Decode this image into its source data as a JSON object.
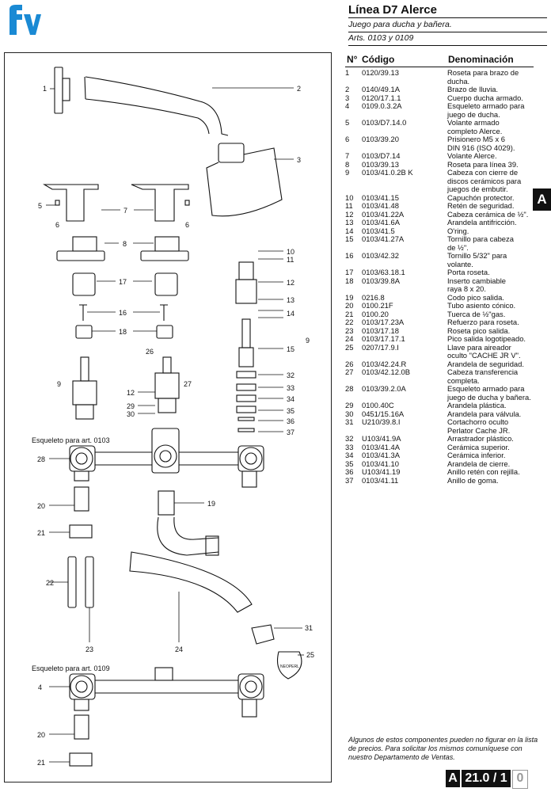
{
  "header": {
    "title": "Línea D7 Alerce",
    "subtitle": "Juego para ducha y bañera.",
    "articles": "Arts. 0103 y 0109"
  },
  "logo": {
    "text": "fv",
    "color": "#1a8ad4"
  },
  "table": {
    "headers": [
      "N° ",
      "Código",
      "Denominación"
    ],
    "rows": [
      {
        "n": "1",
        "code": "0120/39.13",
        "desc": "Roseta para brazo de\nducha."
      },
      {
        "n": "2",
        "code": "0140/49.1A",
        "desc": "Brazo de lluvia."
      },
      {
        "n": "3",
        "code": "0120/17.1.1",
        "desc": "Cuerpo ducha armado."
      },
      {
        "n": "4",
        "code": "0109.0.3.2A",
        "desc": "Esqueleto armado para\njuego de ducha."
      },
      {
        "n": "5",
        "code": "0103/D7.14.0",
        "desc": "Volante armado\ncompleto Alerce."
      },
      {
        "n": "6",
        "code": "0103/39.20",
        "desc": "Prisionero M5 x 6\nDIN 916 (ISO 4029)."
      },
      {
        "n": "7",
        "code": "0103/D7.14",
        "desc": "Volante Alerce."
      },
      {
        "n": "8",
        "code": "0103/39.13",
        "desc": "Roseta para línea 39."
      },
      {
        "n": "9",
        "code": "0103/41.0.2B K",
        "desc": "Cabeza con cierre de\ndiscos cerámicos para\njuegos de embutir."
      },
      {
        "n": "10",
        "code": "0103/41.15",
        "desc": "Capuchón protector."
      },
      {
        "n": "11",
        "code": "0103/41.48",
        "desc": "Retén de seguridad."
      },
      {
        "n": "12",
        "code": "0103/41.22A",
        "desc": "Cabeza cerámica de ½\"."
      },
      {
        "n": "13",
        "code": "0103/41.6A",
        "desc": "Arandela antifricción."
      },
      {
        "n": "14",
        "code": "0103/41.5",
        "desc": "O'ring."
      },
      {
        "n": "15",
        "code": "0103/41.27A",
        "desc": "Tornillo para cabeza\nde ½\"."
      },
      {
        "n": "16",
        "code": "0103/42.32",
        "desc": "Tornillo 5/32\" para\nvolante."
      },
      {
        "n": "17",
        "code": "0103/63.18.1",
        "desc": "Porta roseta."
      },
      {
        "n": "18",
        "code": "0103/39.8A",
        "desc": "Inserto cambiable\nraya 8 x 20."
      },
      {
        "n": "19",
        "code": "0216.8",
        "desc": "Codo pico salida."
      },
      {
        "n": "20",
        "code": "0100.21F",
        "desc": "Tubo asiento cónico."
      },
      {
        "n": "21",
        "code": "0100.20",
        "desc": "Tuerca de ½\"gas."
      },
      {
        "n": "22",
        "code": "0103/17.23A",
        "desc": "Refuerzo para roseta."
      },
      {
        "n": "23",
        "code": "0103/17.18",
        "desc": "Roseta pico salida."
      },
      {
        "n": "24",
        "code": "0103/17.17.1",
        "desc": "Pico salida logotipeado."
      },
      {
        "n": "25",
        "code": "0207/17.9.I",
        "desc": "Llave para aireador\noculto \"CACHE JR V\"."
      },
      {
        "n": "26",
        "code": "0103/42.24.R",
        "desc": "Arandela de seguridad."
      },
      {
        "n": "27",
        "code": "0103/42.12.0B",
        "desc": "Cabeza transferencia\ncompleta."
      },
      {
        "n": "28",
        "code": "0103/39.2.0A",
        "desc": "Esqueleto armado para\njuego de ducha y bañera."
      },
      {
        "n": "29",
        "code": "0100.40C",
        "desc": "Arandela plástica."
      },
      {
        "n": "30",
        "code": "0451/15.16A",
        "desc": "Arandela para válvula."
      },
      {
        "n": "31",
        "code": "U210/39.8.I",
        "desc": "Cortachorro oculto\nPerlator Cache JR."
      },
      {
        "n": "32",
        "code": "U103/41.9A",
        "desc": "Arrastrador plástico."
      },
      {
        "n": "33",
        "code": " 0103/41.4A",
        "desc": "Cerámica superior."
      },
      {
        "n": "34",
        "code": "0103/41.3A",
        "desc": "Cerámica inferior."
      },
      {
        "n": "35",
        "code": "0103/41.10",
        "desc": "Arandela de cierre."
      },
      {
        "n": "36",
        "code": "U103/41.19",
        "desc": "Anillo retén con rejilla."
      },
      {
        "n": "37",
        "code": "0103/41.11",
        "desc": "Anillo de goma."
      }
    ]
  },
  "section_tab": "A",
  "note": "Algunos de estos componentes pueden no figurar en la lista de precios. Para solicitar los mismos comuníquese con nuestro Departamento de Ventas.",
  "page": {
    "letter": "A",
    "number": "21.0 / 1",
    "rev": "0"
  },
  "diagram": {
    "caption_0103": "Esqueleto para art. 0103",
    "caption_0109": "Esqueleto para art. 0109",
    "callouts": [
      "1",
      "2",
      "3",
      "4",
      "5",
      "6",
      "6",
      "7",
      "8",
      "9",
      "9",
      "10",
      "11",
      "12",
      "12",
      "13",
      "14",
      "15",
      "16",
      "17",
      "18",
      "19",
      "20",
      "20",
      "21",
      "21",
      "22",
      "23",
      "24",
      "25",
      "26",
      "27",
      "28",
      "29",
      "30",
      "31",
      "32",
      "33",
      "34",
      "35",
      "36",
      "37"
    ],
    "badge_text": "NEOPERL"
  }
}
